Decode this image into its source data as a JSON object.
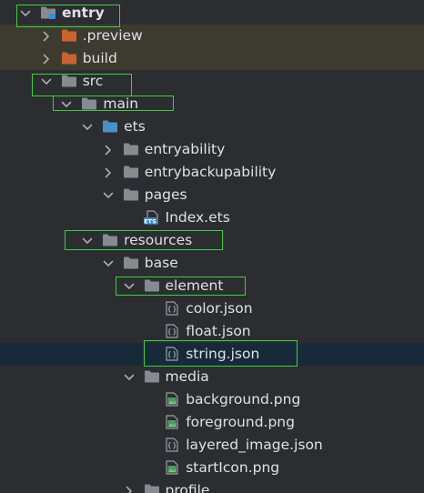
{
  "colors": {
    "row_text": "#dfe1e5",
    "chevron": "#a8abb1",
    "folder": "#868a91",
    "folder_generated": "#c8642e",
    "folder_source": "#4a90c8",
    "file_json": "#9aa0a6",
    "file_png": "#4f9a64",
    "ets_badge": "#3a86c6",
    "generated_row_bg": "#3d3b30",
    "selected_row_bg": "#182a3a",
    "annotation_box": "#3cd03c",
    "panel_bg": "#2b2d30"
  },
  "tree": {
    "rows": [
      {
        "label": "entry",
        "depth": 0,
        "expanded": true,
        "icon": "module-folder-icon",
        "bold": true,
        "name": "tree-node-entry"
      },
      {
        "label": ".preview",
        "depth": 1,
        "expanded": false,
        "icon": "generated-folder-icon",
        "name": "tree-node-preview"
      },
      {
        "label": "build",
        "depth": 1,
        "expanded": false,
        "icon": "generated-folder-icon",
        "name": "tree-node-build"
      },
      {
        "label": "src",
        "depth": 1,
        "expanded": true,
        "icon": "folder-icon",
        "name": "tree-node-src"
      },
      {
        "label": "main",
        "depth": 2,
        "expanded": true,
        "icon": "folder-icon",
        "name": "tree-node-main"
      },
      {
        "label": "ets",
        "depth": 3,
        "expanded": true,
        "icon": "source-folder-icon",
        "name": "tree-node-ets"
      },
      {
        "label": "entryability",
        "depth": 4,
        "expanded": false,
        "icon": "folder-icon",
        "name": "tree-node-entryability"
      },
      {
        "label": "entrybackupability",
        "depth": 4,
        "expanded": false,
        "icon": "folder-icon",
        "name": "tree-node-entrybackupability"
      },
      {
        "label": "pages",
        "depth": 4,
        "expanded": true,
        "icon": "folder-icon",
        "name": "tree-node-pages"
      },
      {
        "label": "Index.ets",
        "depth": 5,
        "leaf": true,
        "icon": "ets-file-icon",
        "badge": "ETS",
        "name": "tree-node-index-ets"
      },
      {
        "label": "resources",
        "depth": 3,
        "expanded": true,
        "icon": "folder-icon",
        "name": "tree-node-resources"
      },
      {
        "label": "base",
        "depth": 4,
        "expanded": true,
        "icon": "folder-icon",
        "name": "tree-node-base"
      },
      {
        "label": "element",
        "depth": 5,
        "expanded": true,
        "icon": "folder-icon",
        "name": "tree-node-element"
      },
      {
        "label": "color.json",
        "depth": 6,
        "leaf": true,
        "icon": "json-file-icon",
        "name": "tree-node-color-json"
      },
      {
        "label": "float.json",
        "depth": 6,
        "leaf": true,
        "icon": "json-file-icon",
        "name": "tree-node-float-json"
      },
      {
        "label": "string.json",
        "depth": 6,
        "leaf": true,
        "icon": "json-file-icon",
        "selected": true,
        "name": "tree-node-string-json"
      },
      {
        "label": "media",
        "depth": 5,
        "expanded": true,
        "icon": "folder-icon",
        "name": "tree-node-media"
      },
      {
        "label": "background.png",
        "depth": 6,
        "leaf": true,
        "icon": "png-file-icon",
        "name": "tree-node-background-png"
      },
      {
        "label": "foreground.png",
        "depth": 6,
        "leaf": true,
        "icon": "png-file-icon",
        "name": "tree-node-foreground-png"
      },
      {
        "label": "layered_image.json",
        "depth": 6,
        "leaf": true,
        "icon": "json-file-icon",
        "name": "tree-node-layered-image-json"
      },
      {
        "label": "startIcon.png",
        "depth": 6,
        "leaf": true,
        "icon": "png-file-icon",
        "name": "tree-node-starticon-png"
      },
      {
        "label": "profile",
        "depth": 5,
        "expanded": false,
        "icon": "folder-icon",
        "name": "tree-node-profile"
      }
    ]
  }
}
